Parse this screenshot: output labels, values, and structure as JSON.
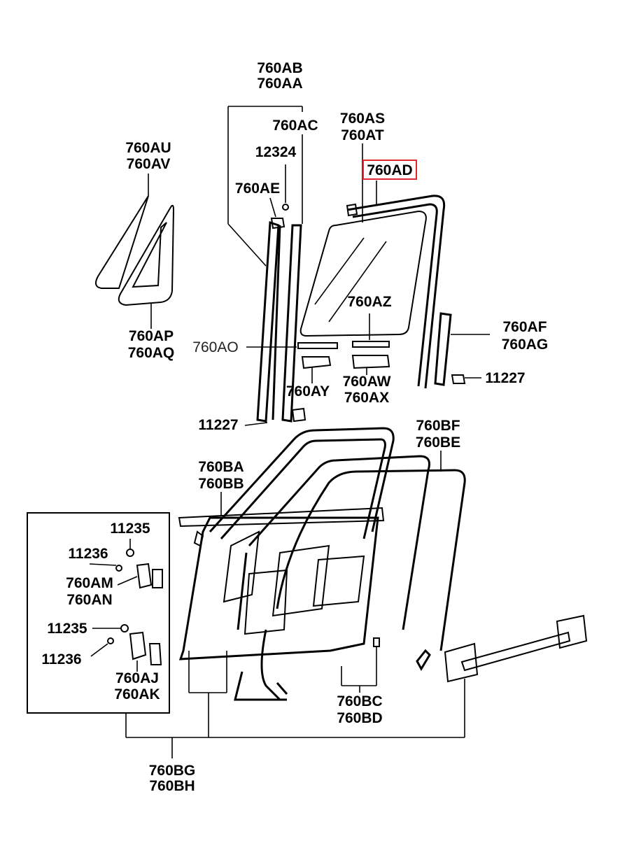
{
  "diagram": {
    "highlight_color": "#e0282e",
    "labels": {
      "l_760ab": "760AB",
      "l_760aa": "760AA",
      "l_760ac": "760AC",
      "l_760as": "760AS",
      "l_760at": "760AT",
      "l_760au": "760AU",
      "l_760av": "760AV",
      "l_12324": "12324",
      "l_760ad": "760AD",
      "l_760ae": "760AE",
      "l_760az": "760AZ",
      "l_760af": "760AF",
      "l_760ag": "760AG",
      "l_760ap": "760AP",
      "l_760aq": "760AQ",
      "l_760ao": "760AO",
      "l_760ay": "760AY",
      "l_760aw": "760AW",
      "l_760ax": "760AX",
      "l_11227_right": "11227",
      "l_11227_left": "11227",
      "l_760bf": "760BF",
      "l_760be": "760BE",
      "l_760ba": "760BA",
      "l_760bb": "760BB",
      "l_11235_top": "11235",
      "l_11236_top": "11236",
      "l_760am": "760AM",
      "l_760an": "760AN",
      "l_11235_bottom": "11235",
      "l_11236_bottom": "11236",
      "l_760aj": "760AJ",
      "l_760ak": "760AK",
      "l_760bc": "760BC",
      "l_760bd": "760BD",
      "l_760bg": "760BG",
      "l_760bh": "760BH"
    }
  }
}
